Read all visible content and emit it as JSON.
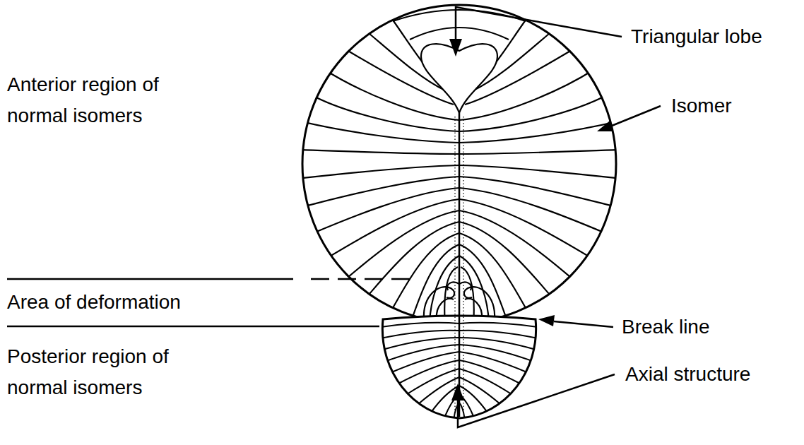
{
  "diagram": {
    "labels": [
      "Triangular lobe",
      "Anterior region of normal isomers",
      "Isomer",
      "Area of deformation",
      "Break line",
      "Posterior region of normal isomers",
      "Axial structure"
    ]
  }
}
